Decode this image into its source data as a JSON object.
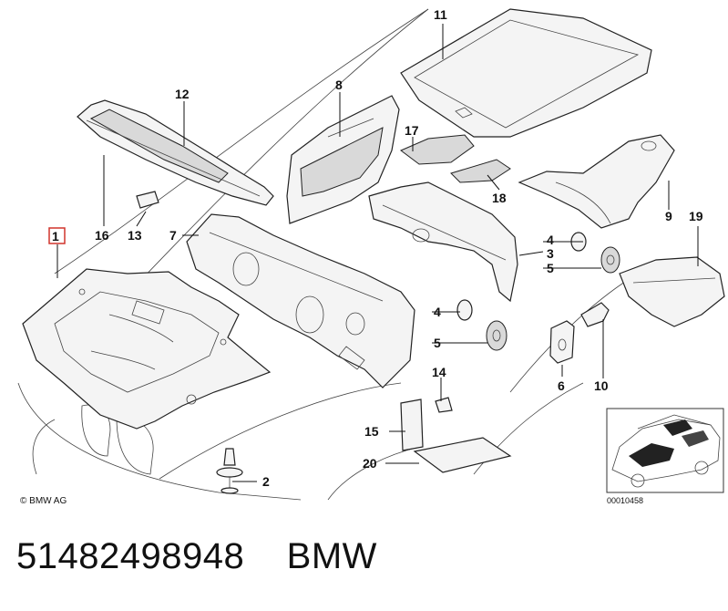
{
  "callouts": {
    "c1": "1",
    "c2": "2",
    "c3": "3",
    "c4a": "4",
    "c4b": "4",
    "c5a": "5",
    "c5b": "5",
    "c6": "6",
    "c7": "7",
    "c8": "8",
    "c9": "9",
    "c10": "10",
    "c11": "11",
    "c12": "12",
    "c13": "13",
    "c14": "14",
    "c15": "15",
    "c16": "16",
    "c17": "17",
    "c18": "18",
    "c19": "19",
    "c20": "20"
  },
  "copyright": "© BMW AG",
  "image_number": "00010458",
  "footer": {
    "part_number": "51482498948",
    "brand": "BMW"
  },
  "colors": {
    "highlight_box": "#d0342c",
    "line": "#111111"
  }
}
